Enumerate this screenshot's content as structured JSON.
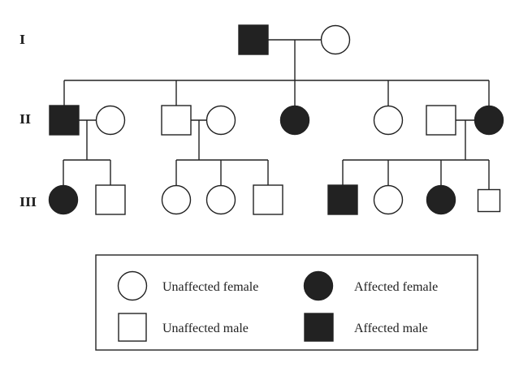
{
  "generations": [
    {
      "id": "gen-1",
      "label": "I"
    },
    {
      "id": "gen-2",
      "label": "II"
    },
    {
      "id": "gen-3",
      "label": "III"
    }
  ],
  "people": [
    {
      "id": "I-1",
      "sex": "male",
      "affected": true
    },
    {
      "id": "I-2",
      "sex": "female",
      "affected": false
    },
    {
      "id": "II-1",
      "sex": "male",
      "affected": true
    },
    {
      "id": "II-2",
      "sex": "female",
      "affected": false
    },
    {
      "id": "II-3",
      "sex": "male",
      "affected": false
    },
    {
      "id": "II-4",
      "sex": "female",
      "affected": false
    },
    {
      "id": "II-5",
      "sex": "female",
      "affected": true
    },
    {
      "id": "II-6",
      "sex": "female",
      "affected": false
    },
    {
      "id": "II-7",
      "sex": "male",
      "affected": false
    },
    {
      "id": "II-8",
      "sex": "female",
      "affected": true
    },
    {
      "id": "III-1",
      "sex": "female",
      "affected": true
    },
    {
      "id": "III-2",
      "sex": "male",
      "affected": false
    },
    {
      "id": "III-3",
      "sex": "female",
      "affected": false
    },
    {
      "id": "III-4",
      "sex": "female",
      "affected": false
    },
    {
      "id": "III-5",
      "sex": "male",
      "affected": false
    },
    {
      "id": "III-6",
      "sex": "male",
      "affected": true
    },
    {
      "id": "III-7",
      "sex": "female",
      "affected": false
    },
    {
      "id": "III-8",
      "sex": "female",
      "affected": true
    },
    {
      "id": "III-9",
      "sex": "male",
      "affected": false
    }
  ],
  "legend": {
    "unaffected_female": "Unaffected female",
    "affected_female": "Affected female",
    "unaffected_male": "Unaffected male",
    "affected_male": "Affected male"
  },
  "colors": {
    "stroke": "#222222",
    "affected_fill": "#222222",
    "unaffected_fill": "#ffffff"
  }
}
